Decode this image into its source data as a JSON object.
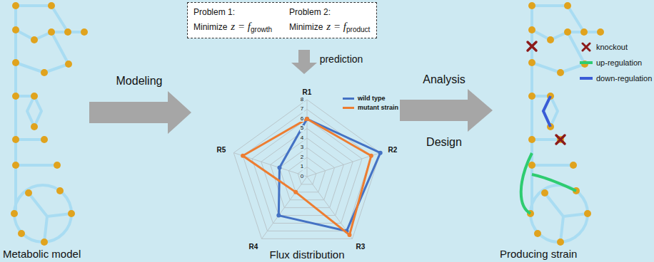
{
  "diagram": {
    "nodes": [
      {
        "text": [
          "Problem 1:",
          "Minimize",
          "z = f",
          "growth",
          "Problem 2:",
          "Minimize",
          "z = f",
          "product"
        ]
      }
    ],
    "labels": [
      "Modeling",
      "prediction",
      "R1",
      "8",
      "7",
      "6",
      "5",
      "4",
      "3",
      "2",
      "1",
      "0",
      "R2",
      "R5",
      "R3",
      "R4",
      "Flux distribution",
      "Analysis",
      "Design",
      "Metabolic model",
      "Producing strain"
    ],
    "legend": [
      {
        "text": "wild type",
        "color": "#4472c4"
      },
      {
        "text": "mutant strain",
        "color": "#ed7d31"
      },
      {
        "text": "knockout"
      },
      {
        "text": "up-regulation",
        "color": "#2ecc71"
      },
      {
        "text": "down-regulation",
        "color": "#3a5cd6"
      }
    ]
  }
}
